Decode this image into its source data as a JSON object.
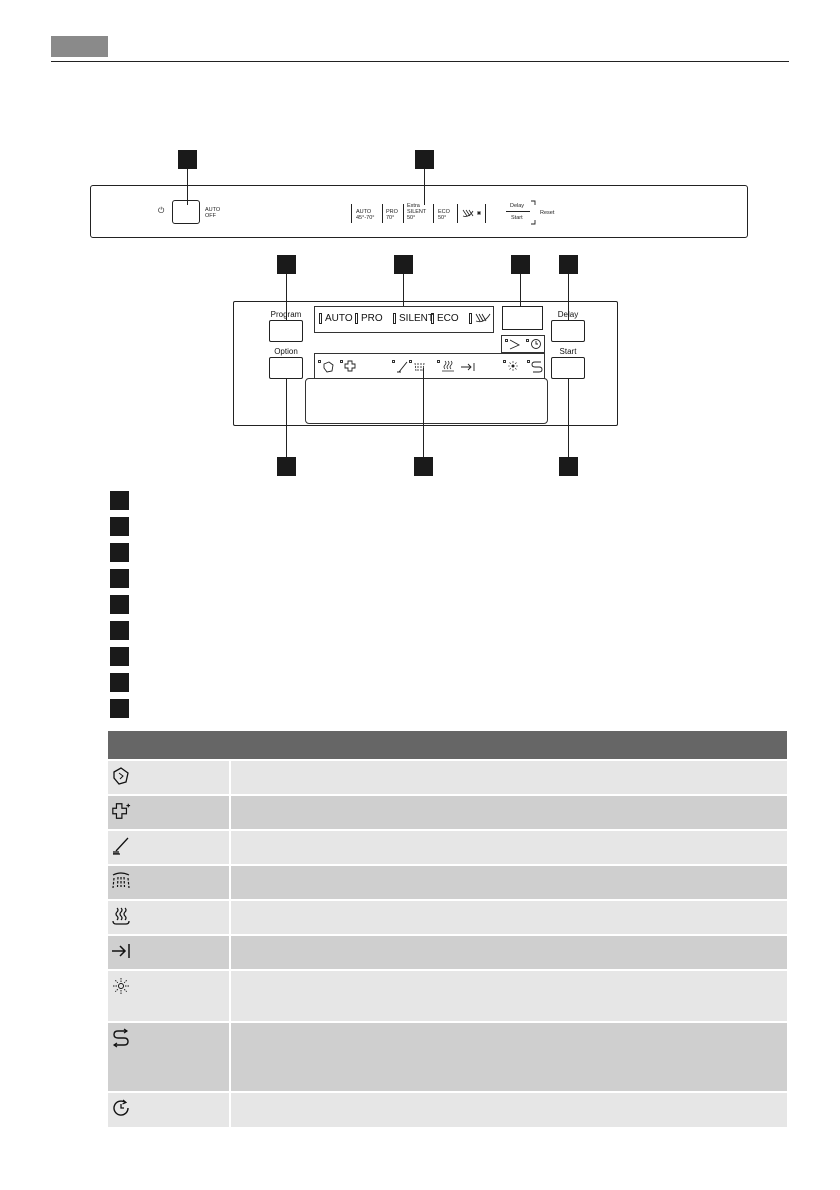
{
  "top_panel": {
    "power_symbol": "⏻",
    "auto_off": "AUTO\nOFF",
    "programs": [
      {
        "name": "AUTO",
        "temp": "45°-70°"
      },
      {
        "name": "PRO",
        "temp": "70°"
      },
      {
        "name": "Extra\nSILENT",
        "temp": "50°"
      },
      {
        "name": "ECO",
        "temp": "50°"
      }
    ],
    "delay_label": "Delay",
    "start_label": "Start",
    "reset_label": "Reset"
  },
  "display_panel": {
    "program_button_label": "Program",
    "option_button_label": "Option",
    "delay_button_label": "Delay",
    "start_button_label": "Start",
    "program_indicators": [
      "AUTO",
      "PRO",
      "SILENT",
      "ECO"
    ]
  },
  "legend_count": 9,
  "table": {
    "header": [
      "",
      ""
    ],
    "rows": [
      {
        "icon": "salt-indicator-icon",
        "text": ""
      },
      {
        "icon": "rinse-aid-indicator-icon",
        "text": ""
      },
      {
        "icon": "washing-phase-icon",
        "text": ""
      },
      {
        "icon": "rinsing-phase-icon",
        "text": ""
      },
      {
        "icon": "drying-phase-icon",
        "text": ""
      },
      {
        "icon": "end-indicator-icon",
        "text": ""
      },
      {
        "icon": "time-manager-icon",
        "text": ""
      },
      {
        "icon": "multitab-icon",
        "text": ""
      },
      {
        "icon": "delay-start-icon",
        "text": ""
      }
    ]
  }
}
